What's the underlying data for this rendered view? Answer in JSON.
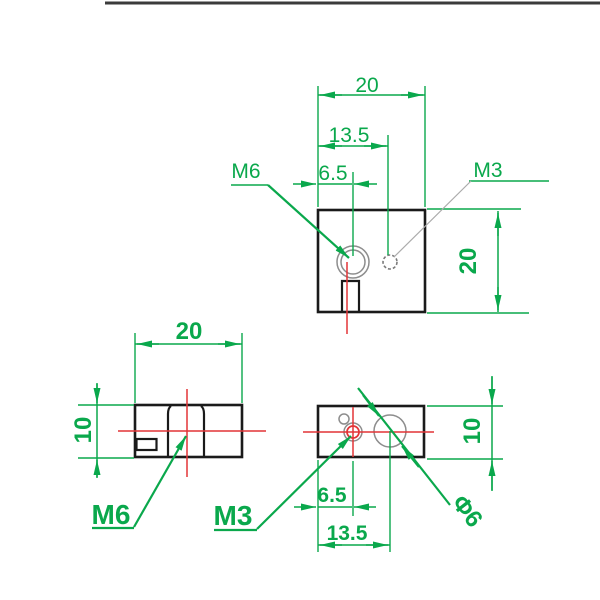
{
  "colors": {
    "dimension_green": "#0aa84c",
    "centerline_red": "#e23437",
    "outline_black": "#1a1a1a",
    "hole_gray": "#8d8d8d",
    "leader_gray": "#ababab",
    "top_border_dark": "#3b3b3b"
  },
  "top_view": {
    "dim_width": "20",
    "dim_m3_offset": "13.5",
    "dim_m6_offset": "6.5",
    "dim_height": "20",
    "label_m6": "M6",
    "label_m3": "M3"
  },
  "front_view": {
    "dim_width": "20",
    "dim_height": "10",
    "label_m6": "M6"
  },
  "side_view": {
    "dim_height": "10",
    "dim_m3_offset": "6.5",
    "dim_hole_offset": "13.5",
    "label_m3": "M3",
    "label_diameter": "Φ6"
  }
}
